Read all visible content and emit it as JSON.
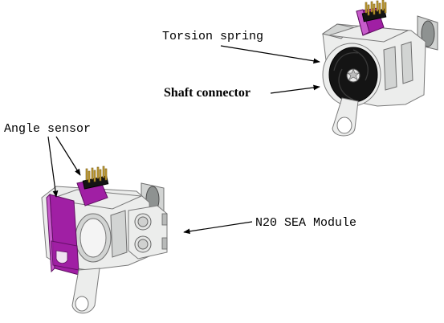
{
  "labels": {
    "torsion_spring": "Torsion spring",
    "shaft_connector": "Shaft connector",
    "angle_sensor": "Angle sensor",
    "module": "N20 SEA Module"
  },
  "colors": {
    "sensor_board": "#a01fa4",
    "housing": "#ecedec",
    "spring": "#141414",
    "pins": "#c9a236"
  }
}
